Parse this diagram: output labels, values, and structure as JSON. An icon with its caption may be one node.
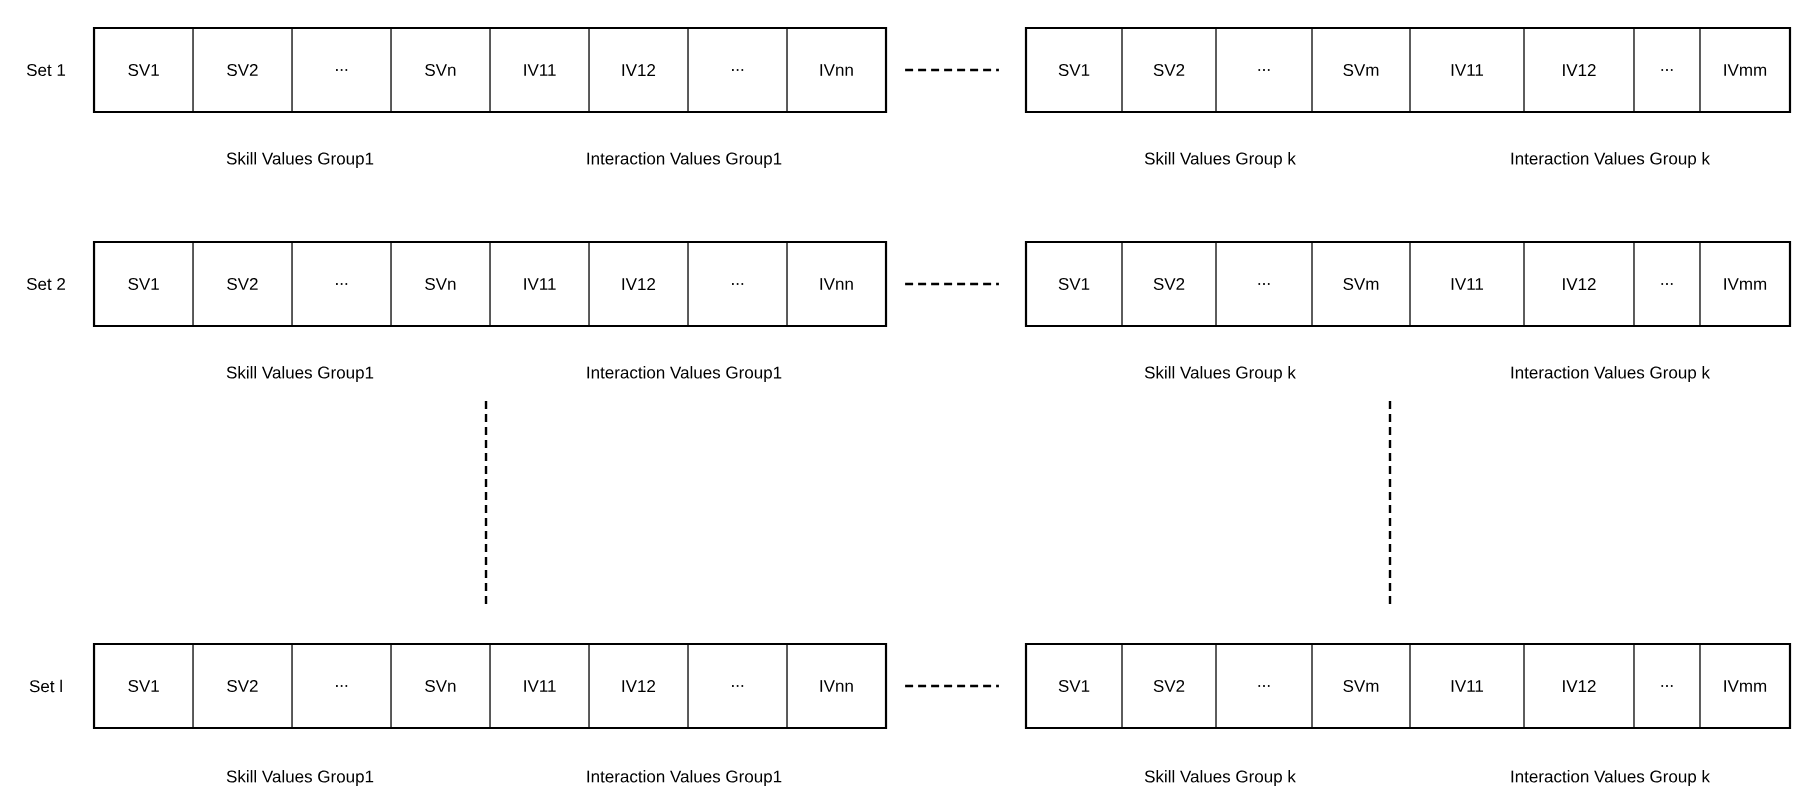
{
  "diagram": {
    "nodes": [
      {
        "text": [],
        "shape": "box",
        "beside": [
          "Set 1"
        ]
      },
      {
        "text": [
          "SV1"
        ],
        "in": 0
      },
      {
        "text": [
          "SV2"
        ],
        "in": 0
      },
      {
        "text": [
          "..."
        ],
        "in": 0
      },
      {
        "text": [
          "SVn"
        ],
        "in": 0
      },
      {
        "text": [
          "IV11"
        ],
        "in": 0
      },
      {
        "text": [
          "IV12"
        ],
        "in": 0
      },
      {
        "text": [
          "..."
        ],
        "in": 0
      },
      {
        "text": [
          "IVnn"
        ],
        "in": 0
      },
      {
        "text": [],
        "shape": "box"
      },
      {
        "text": [
          "SV1"
        ],
        "in": 9
      },
      {
        "text": [
          "SV2"
        ],
        "in": 9
      },
      {
        "text": [
          "..."
        ],
        "in": 9
      },
      {
        "text": [
          "SVm"
        ],
        "in": 9
      },
      {
        "text": [
          "IV11"
        ],
        "in": 9
      },
      {
        "text": [
          "IV12"
        ],
        "in": 9
      },
      {
        "text": [
          "..."
        ],
        "in": 9
      },
      {
        "text": [
          "IVmm"
        ],
        "in": 9
      },
      {
        "text": [],
        "shape": "box",
        "beside": [
          "Set 2"
        ]
      },
      {
        "text": [
          "SV1"
        ],
        "in": 18
      },
      {
        "text": [
          "SV2"
        ],
        "in": 18
      },
      {
        "text": [
          "..."
        ],
        "in": 18
      },
      {
        "text": [
          "SVn"
        ],
        "in": 18
      },
      {
        "text": [
          "IV11"
        ],
        "in": 18
      },
      {
        "text": [
          "IV12"
        ],
        "in": 18
      },
      {
        "text": [
          "..."
        ],
        "in": 18
      },
      {
        "text": [
          "IVnn"
        ],
        "in": 18
      },
      {
        "text": [],
        "shape": "box"
      },
      {
        "text": [
          "SV1"
        ],
        "in": 27
      },
      {
        "text": [
          "SV2"
        ],
        "in": 27
      },
      {
        "text": [
          "..."
        ],
        "in": 27
      },
      {
        "text": [
          "SVm"
        ],
        "in": 27
      },
      {
        "text": [
          "IV11"
        ],
        "in": 27
      },
      {
        "text": [
          "IV12"
        ],
        "in": 27
      },
      {
        "text": [
          "..."
        ],
        "in": 27
      },
      {
        "text": [
          "IVmm"
        ],
        "in": 27
      },
      {
        "text": [],
        "shape": "box",
        "beside": [
          "Set l"
        ]
      },
      {
        "text": [
          "SV1"
        ],
        "in": 36
      },
      {
        "text": [
          "SV2"
        ],
        "in": 36
      },
      {
        "text": [
          "..."
        ],
        "in": 36
      },
      {
        "text": [
          "SVn"
        ],
        "in": 36
      },
      {
        "text": [
          "IV11"
        ],
        "in": 36
      },
      {
        "text": [
          "IV12"
        ],
        "in": 36
      },
      {
        "text": [
          "..."
        ],
        "in": 36
      },
      {
        "text": [
          "IVnn"
        ],
        "in": 36
      },
      {
        "text": [],
        "shape": "box"
      },
      {
        "text": [
          "SV1"
        ],
        "in": 45
      },
      {
        "text": [
          "SV2"
        ],
        "in": 45
      },
      {
        "text": [
          "..."
        ],
        "in": 45
      },
      {
        "text": [
          "SVm"
        ],
        "in": 45
      },
      {
        "text": [
          "IV11"
        ],
        "in": 45
      },
      {
        "text": [
          "IV12"
        ],
        "in": 45
      },
      {
        "text": [
          "..."
        ],
        "in": 45
      },
      {
        "text": [
          "IVmm"
        ],
        "in": 45
      }
    ],
    "edges": [
      {
        "from": 0,
        "to": 9,
        "arrow": "none",
        "style": "dashed"
      },
      {
        "from": 18,
        "to": 27,
        "arrow": "none",
        "style": "dashed"
      },
      {
        "from": 36,
        "to": 45,
        "arrow": "none",
        "style": "dashed"
      },
      {
        "from": 18,
        "to": 36,
        "arrow": "none",
        "style": "dashed"
      },
      {
        "from": 27,
        "to": 45,
        "arrow": "none",
        "style": "dashed"
      }
    ],
    "labels": [
      "Skill Values Group1",
      "Interaction Values Group1",
      "Skill Values Group k",
      "Interaction Values Group k",
      "Skill Values Group1",
      "Interaction Values Group1",
      "Skill Values Group k",
      "Interaction Values Group k",
      "Skill Values Group1",
      "Interaction Values Group1",
      "Skill Values Group k",
      "Interaction Values Group k"
    ]
  }
}
